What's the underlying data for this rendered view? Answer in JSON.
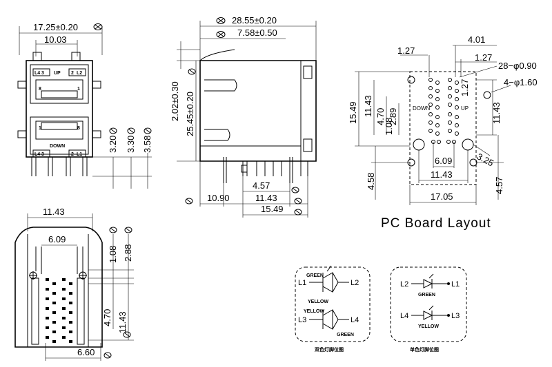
{
  "dims": {
    "front_width": "17.25±0.20",
    "front_pitch": "10.03",
    "front_h1": "3.20",
    "front_h2": "3.30",
    "front_h3": "3.58",
    "side_length": "28.55±0.20",
    "side_front": "7.58±0.50",
    "side_h_small": "2.02±0.30",
    "side_height": "25.45±0.20",
    "side_b1": "4.57",
    "side_b2": "10.90",
    "side_b3": "11.43",
    "side_b4": "15.49",
    "pcb_top_a": "4.01",
    "pcb_top_b": "1.27",
    "pcb_top_c": "1.27",
    "pcb_hole_small": "28−φ0.90",
    "pcb_hole_large": "4−φ1.60",
    "pcb_l1": "15.49",
    "pcb_l2": "11.43",
    "pcb_l3": "4.70",
    "pcb_l4": "2.89",
    "pcb_l5": "1.08",
    "pcb_r1": "11.43",
    "pcb_r2": "1.27",
    "pcb_r3": "3.25",
    "pcb_b1": "6.09",
    "pcb_b2": "11.43",
    "pcb_b3": "17.05",
    "pcb_bl": "4.58",
    "pcb_br": "4.57",
    "bot_w1": "11.43",
    "bot_w2": "6.09",
    "bot_h1": "1.08",
    "bot_h2": "2.88",
    "bot_h3": "4.70",
    "bot_h4": "11.43",
    "bot_w3": "6.60"
  },
  "labels": {
    "up": "UP",
    "down": "DOWN",
    "l1": "L1",
    "l2": "L2",
    "l3": "L3",
    "l4": "L4",
    "pin8": "8",
    "pin1": "1",
    "pcb_title": "PC Board Layout",
    "green": "GREEN",
    "yellow": "YELLOW",
    "cap_dual": "双色灯脚位图",
    "cap_single": "单色灯脚位图"
  }
}
